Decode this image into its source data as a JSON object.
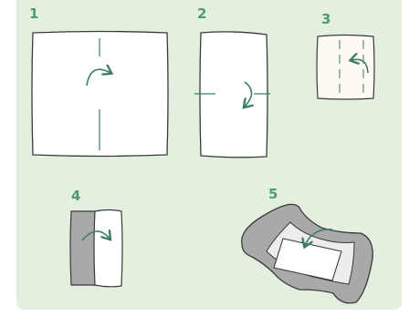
{
  "steps": [
    {
      "number": "1"
    },
    {
      "number": "2"
    },
    {
      "number": "3"
    },
    {
      "number": "4"
    },
    {
      "number": "5"
    }
  ],
  "colors": {
    "background": "#e3efdf",
    "paper": "#ffffff",
    "paper_cream": "#fdfbf1",
    "fold_gray": "#a9a9a9",
    "outline": "#3a3a3a",
    "accent_green": "#4f9a71",
    "guide_line": "#3f7d63"
  }
}
